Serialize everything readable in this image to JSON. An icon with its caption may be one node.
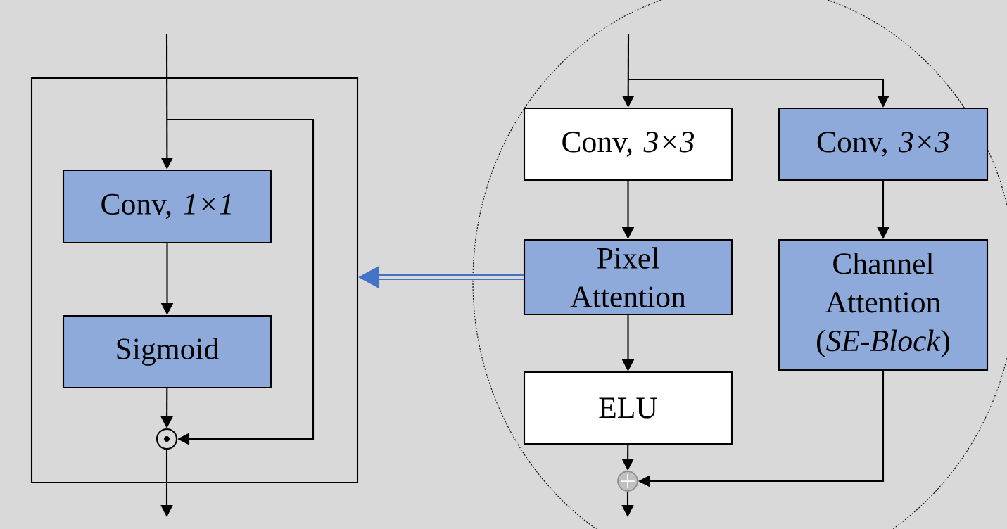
{
  "diagram": {
    "nodes": [
      {
        "text": [],
        "shape": "box"
      },
      {
        "text": [
          "Conv, *1×1*"
        ],
        "in": 0
      },
      {
        "text": [
          "Sigmoid"
        ],
        "in": 0
      },
      {
        "text": [],
        "shape": "circle",
        "in": 0
      },
      {
        "text": [
          "Conv, *3×3*"
        ]
      },
      {
        "text": [
          "Conv, *3×3*"
        ]
      },
      {
        "text": [
          "Pixel Attention"
        ]
      },
      {
        "text": [
          "Channel Attention (*SE-Block*)"
        ]
      },
      {
        "text": [
          "ELU"
        ]
      },
      {
        "text": [],
        "shape": "circle"
      }
    ],
    "edges": [
      {
        "from": null,
        "to": 1,
        "arrow": "to"
      },
      {
        "from": null,
        "to": 3,
        "arrow": "to"
      },
      {
        "from": 1,
        "to": 2,
        "arrow": "to"
      },
      {
        "from": 2,
        "to": 3,
        "arrow": "to"
      },
      {
        "from": 3,
        "to": null,
        "arrow": "to"
      },
      {
        "from": null,
        "to": 4,
        "arrow": "to"
      },
      {
        "from": null,
        "to": 5,
        "arrow": "to"
      },
      {
        "from": 4,
        "to": 6,
        "arrow": "to"
      },
      {
        "from": 5,
        "to": 7,
        "arrow": "to"
      },
      {
        "from": 6,
        "to": 8,
        "arrow": "to"
      },
      {
        "from": 8,
        "to": 9,
        "arrow": "to"
      },
      {
        "from": 7,
        "to": 9,
        "arrow": "to"
      },
      {
        "from": 9,
        "to": null,
        "arrow": "to"
      },
      {
        "from": 6,
        "to": 0,
        "arrow": "to",
        "style": "thick",
        "color": "#4472c4"
      }
    ]
  }
}
